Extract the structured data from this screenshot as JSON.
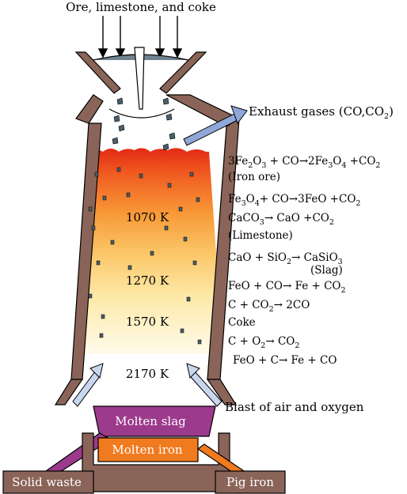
{
  "title": "Ore, limestone, and coke",
  "labels": {
    "exhaust_base": "Exhaust gases (CO,CO",
    "exhaust_sub": "2",
    "exhaust_close": ")",
    "blast": "Blast of air and oxygen",
    "molten_slag": "Molten slag",
    "molten_iron": "Molten iron",
    "solid_waste": "Solid waste",
    "pig_iron": "Pig iron"
  },
  "temperatures": [
    "1070 K",
    "1270 K",
    "1570 K",
    "2170 K"
  ],
  "reactions": {
    "r1": {
      "t1": "3Fe",
      "s1": "2",
      "t2": "O",
      "s2": "3",
      "t3": " + CO",
      "arrow": "→",
      "t4": "2Fe",
      "s3": "3",
      "t5": "O",
      "s4": "4",
      "t6": " +CO",
      "s5": "2"
    },
    "r1_label": "(Iron ore)",
    "r2": {
      "t1": "Fe",
      "s1": "3",
      "t2": "O",
      "s2": "4",
      "t3": "+ CO",
      "arrow": "→",
      "t4": "3FeO +CO",
      "s3": "2"
    },
    "r3": {
      "t1": "CaCO",
      "s1": "3",
      "arrow": "→",
      "t2": " CaO +CO",
      "s2": "2"
    },
    "r3_label": "(Limestone)",
    "r4": {
      "t1": "CaO + SiO",
      "s1": "2",
      "arrow": "→",
      "t2": " CaSiO",
      "s2": "3"
    },
    "r4_label": "(Slag)",
    "r5": {
      "t1": "FeO + CO",
      "arrow": "→",
      "t2": " Fe + CO",
      "s1": "2"
    },
    "r6": {
      "t1": "C + CO",
      "s1": "2",
      "arrow": "→",
      "t2": " 2CO"
    },
    "r6_label": "Coke",
    "r7": {
      "t1": "C + O",
      "s1": "2",
      "arrow": "→",
      "t2": " CO",
      "s2": "2"
    },
    "r8": {
      "t1": "FeO  +  C",
      "arrow": "→",
      "t2": " Fe   +  CO"
    }
  },
  "colors": {
    "wall": "#8a6458",
    "slag": "#9c3a8c",
    "iron": "#f07a1e",
    "exhaust_arrow": "#8fa8d8",
    "ore_pieces": "#4a5e6a",
    "heat_top": "#e83a1a",
    "heat_bottom": "#fff8e0"
  }
}
